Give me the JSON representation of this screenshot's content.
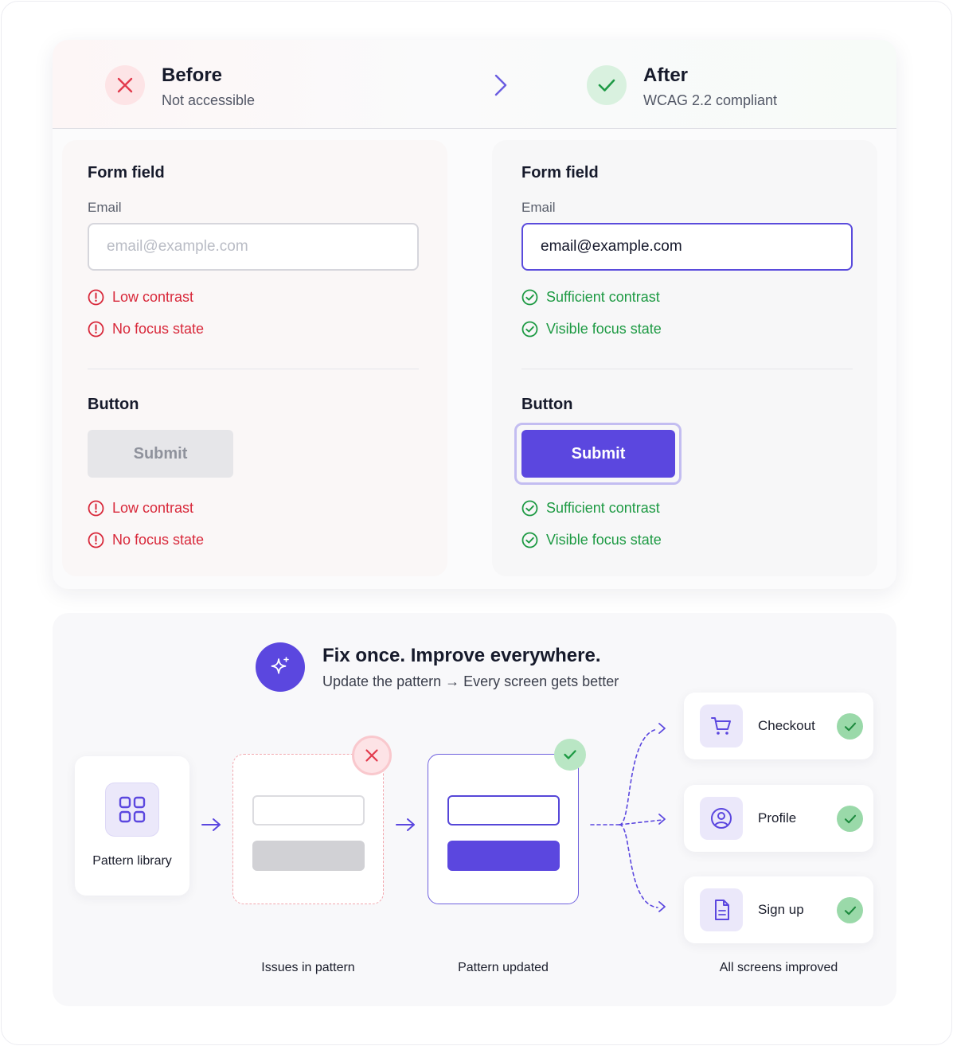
{
  "header": {
    "before": {
      "title": "Before",
      "subtitle": "Not accessible"
    },
    "after": {
      "title": "After",
      "subtitle": "WCAG 2.2 compliant"
    }
  },
  "left_panel": {
    "form_title": "Form field",
    "email_label": "Email",
    "email_placeholder": "email@example.com",
    "form_checks": [
      "Low contrast",
      "No focus state"
    ],
    "button_title": "Button",
    "button_label": "Submit",
    "button_checks": [
      "Low contrast",
      "No focus state"
    ]
  },
  "right_panel": {
    "form_title": "Form field",
    "email_label": "Email",
    "email_value": "email@example.com",
    "form_checks": [
      "Sufficient contrast",
      "Visible focus state"
    ],
    "button_title": "Button",
    "button_label": "Submit",
    "button_checks": [
      "Sufficient contrast",
      "Visible focus state"
    ]
  },
  "bottom": {
    "title": "Fix once. Improve everywhere.",
    "subtitle": "Update the pattern → Every screen gets better",
    "library_label": "Pattern library",
    "issues_caption": "Issues in pattern",
    "updated_caption": "Pattern updated",
    "screens_caption": "All screens improved",
    "screens": [
      {
        "label": "Checkout",
        "icon": "cart-icon"
      },
      {
        "label": "Profile",
        "icon": "user-circle-icon"
      },
      {
        "label": "Sign up",
        "icon": "document-icon"
      }
    ]
  },
  "colors": {
    "accent": "#5b47df",
    "error": "#d8283a",
    "success": "#1d9a43"
  }
}
